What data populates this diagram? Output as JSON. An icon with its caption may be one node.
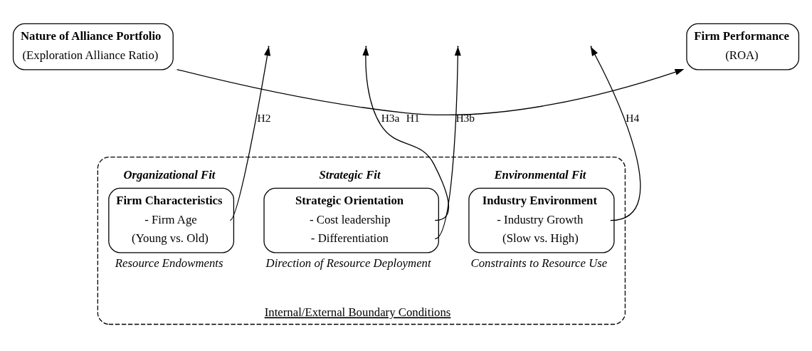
{
  "diagram": {
    "nodes": [
      {
        "text": [
          "Nature of Alliance Portfolio",
          "(Exploration Alliance Ratio)"
        ]
      },
      {
        "text": [
          "Firm Performance",
          "(ROA)"
        ]
      },
      {
        "text": [
          "Internal/External Boundary Conditions"
        ]
      },
      {
        "text": [
          "Organizational Fit",
          "Firm Characteristics",
          "- Firm Age",
          "(Young vs. Old)"
        ],
        "in": 2,
        "beside": [
          "Resource Endowments"
        ]
      },
      {
        "text": [
          "Strategic Fit",
          "Strategic Orientation",
          "- Cost leadership",
          "- Differentiation"
        ],
        "in": 2,
        "beside": [
          "Direction of Resource Deployment"
        ]
      },
      {
        "text": [
          "Environmental Fit",
          "Industry Environment",
          "- Industry Growth",
          "(Slow vs. High)"
        ],
        "in": 2,
        "beside": [
          "Constraints to Resource Use"
        ]
      }
    ],
    "edges": [
      {
        "from": 0,
        "to": 1,
        "arrow": "to",
        "label": "H1"
      },
      {
        "from": 3,
        "to": null,
        "arrow": "to",
        "label": "H2"
      },
      {
        "from": 4,
        "to": null,
        "arrow": "to",
        "label": "H3a"
      },
      {
        "from": 4,
        "to": null,
        "arrow": "to",
        "label": "H3b"
      },
      {
        "from": 5,
        "to": null,
        "arrow": "to",
        "label": "H4"
      }
    ]
  }
}
